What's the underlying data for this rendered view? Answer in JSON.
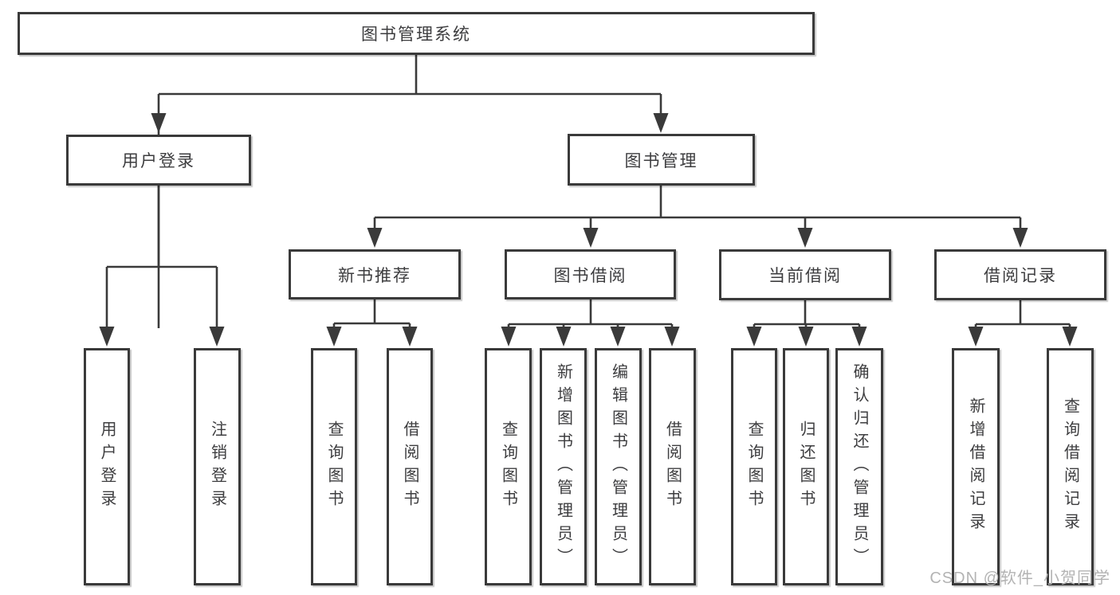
{
  "tree": {
    "root": {
      "label": "图书管理系统",
      "children": [
        {
          "label": "用户登录",
          "children": [
            {
              "label": "用户登录"
            },
            {
              "label": "注销登录"
            }
          ]
        },
        {
          "label": "图书管理",
          "children": [
            {
              "label": "新书推荐",
              "children": [
                {
                  "label": "查询图书"
                },
                {
                  "label": "借阅图书"
                }
              ]
            },
            {
              "label": "图书借阅",
              "children": [
                {
                  "label": "查询图书"
                },
                {
                  "label": "新增图书（管理员）"
                },
                {
                  "label": "编辑图书（管理员）"
                },
                {
                  "label": "借阅图书"
                }
              ]
            },
            {
              "label": "当前借阅",
              "children": [
                {
                  "label": "查询图书"
                },
                {
                  "label": "归还图书"
                },
                {
                  "label": "确认归还（管理员）"
                }
              ]
            },
            {
              "label": "借阅记录",
              "children": [
                {
                  "label": "新增借阅记录"
                },
                {
                  "label": "查询借阅记录"
                }
              ]
            }
          ]
        }
      ]
    }
  },
  "watermark": {
    "text": "CSDN @软件_小贺同学"
  },
  "colors": {
    "line": "#3a3a3a",
    "border": "#3a3a3a",
    "text": "#3d3d3f",
    "watermark": "#b3b3b3",
    "background": "#ffffff"
  }
}
